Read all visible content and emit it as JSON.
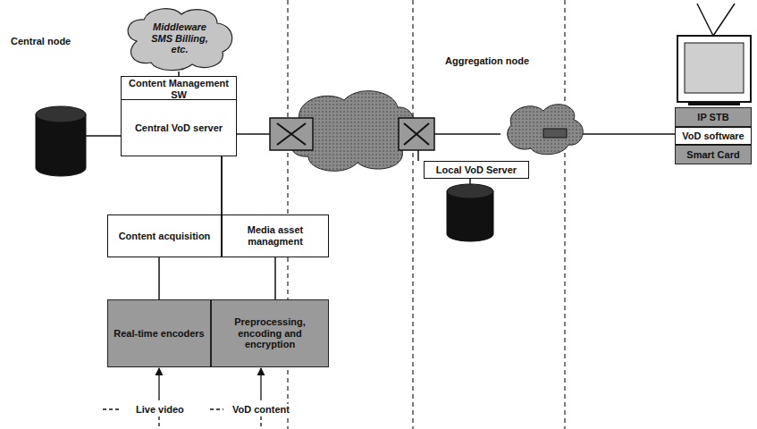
{
  "diagram": {
    "nodes": [
      {
        "text": [
          "Middleware SMS Billing, etc."
        ]
      },
      {
        "text": [
          "Content Management SW"
        ]
      },
      {
        "text": [
          "Central VoD server"
        ]
      },
      {
        "text": [
          "Content acquisition"
        ]
      },
      {
        "text": [
          "Media asset managment"
        ]
      },
      {
        "text": [
          "Real-time encoders"
        ]
      },
      {
        "text": [
          "Preprocessing, encoding and encryption"
        ]
      },
      {
        "text": [
          "Local VoD Server"
        ]
      },
      {
        "text": [
          "IP STB"
        ]
      },
      {
        "text": [
          "VoD software"
        ]
      },
      {
        "text": [
          "Smart Card"
        ]
      }
    ],
    "edges": [
      {
        "from": 0,
        "to": 1,
        "arrow": "none"
      },
      {
        "from": 2,
        "to": 3,
        "arrow": "none"
      },
      {
        "from": 2,
        "to": 4,
        "arrow": "none"
      },
      {
        "from": 3,
        "to": 5,
        "arrow": "none"
      },
      {
        "from": 4,
        "to": 6,
        "arrow": "none"
      }
    ],
    "labels": [
      "Central node",
      "Aggregation node",
      "Live video",
      "VoD content"
    ]
  }
}
